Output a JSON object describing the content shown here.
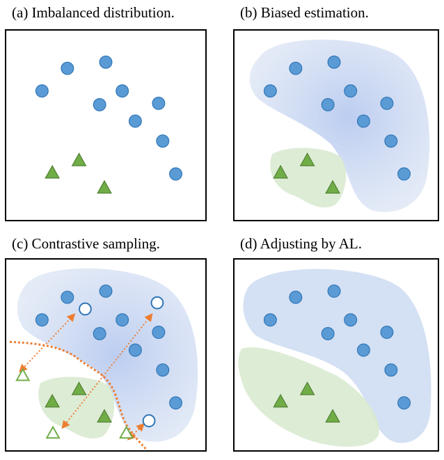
{
  "captions": {
    "a": "(a) Imbalanced distribution.",
    "b": "(b) Biased estimation.",
    "c": "(c) Contrastive sampling.",
    "d": "(d) Adjusting by AL."
  },
  "colors": {
    "majority_point": "#5b9bd5",
    "majority_point_edge": "#2e75b6",
    "minority_point": "#70ad47",
    "minority_point_edge": "#507e32",
    "majority_region": "#c9d8f0",
    "minority_region": "#d9ead0",
    "boundary_line": "#ed7d31",
    "sample_circle_edge": "#2e75b6",
    "sample_triangle_edge": "#70ad47",
    "panel_border": "#000000"
  },
  "legend": {
    "majority_marker": "filled blue circle",
    "minority_marker": "filled green triangle",
    "sampled_majority_marker": "hollow circle",
    "sampled_minority_marker": "hollow triangle",
    "decision_boundary": "orange dotted curve",
    "pair_link": "orange dotted double-headed arrow"
  }
}
